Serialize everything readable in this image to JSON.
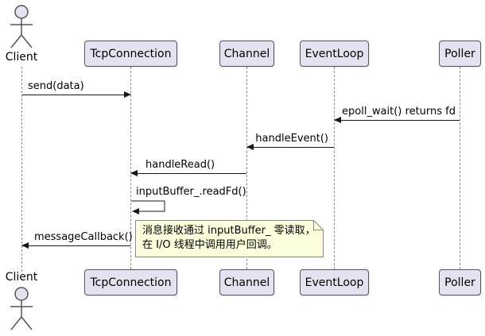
{
  "diagram": {
    "type": "uml-sequence",
    "participants": [
      {
        "id": "client",
        "label": "Client",
        "kind": "actor"
      },
      {
        "id": "tcpconnection",
        "label": "TcpConnection",
        "kind": "participant"
      },
      {
        "id": "channel",
        "label": "Channel",
        "kind": "participant"
      },
      {
        "id": "eventloop",
        "label": "EventLoop",
        "kind": "participant"
      },
      {
        "id": "poller",
        "label": "Poller",
        "kind": "participant"
      }
    ],
    "messages": [
      {
        "label": "send(data)",
        "from": "Client",
        "to": "TcpConnection"
      },
      {
        "label": "epoll_wait() returns fd",
        "from": "Poller",
        "to": "EventLoop"
      },
      {
        "label": "handleEvent()",
        "from": "EventLoop",
        "to": "Channel"
      },
      {
        "label": "handleRead()",
        "from": "Channel",
        "to": "TcpConnection"
      },
      {
        "label": "inputBuffer_.readFd()",
        "from": "TcpConnection",
        "to": "TcpConnection",
        "self": true
      },
      {
        "label": "messageCallback()",
        "from": "TcpConnection",
        "to": "Client"
      }
    ],
    "note": {
      "lines": [
        "消息接收通过 inputBuffer_ 零读取，",
        "在 I/O 线程中调用用户回调。"
      ]
    },
    "colors": {
      "participant_fill": "#E2E2F0",
      "participant_border": "#54545e",
      "note_fill": "#FEFFDD",
      "note_border": "#888888",
      "lifeline": "#8b8b8b",
      "arrow": "#181818"
    }
  }
}
